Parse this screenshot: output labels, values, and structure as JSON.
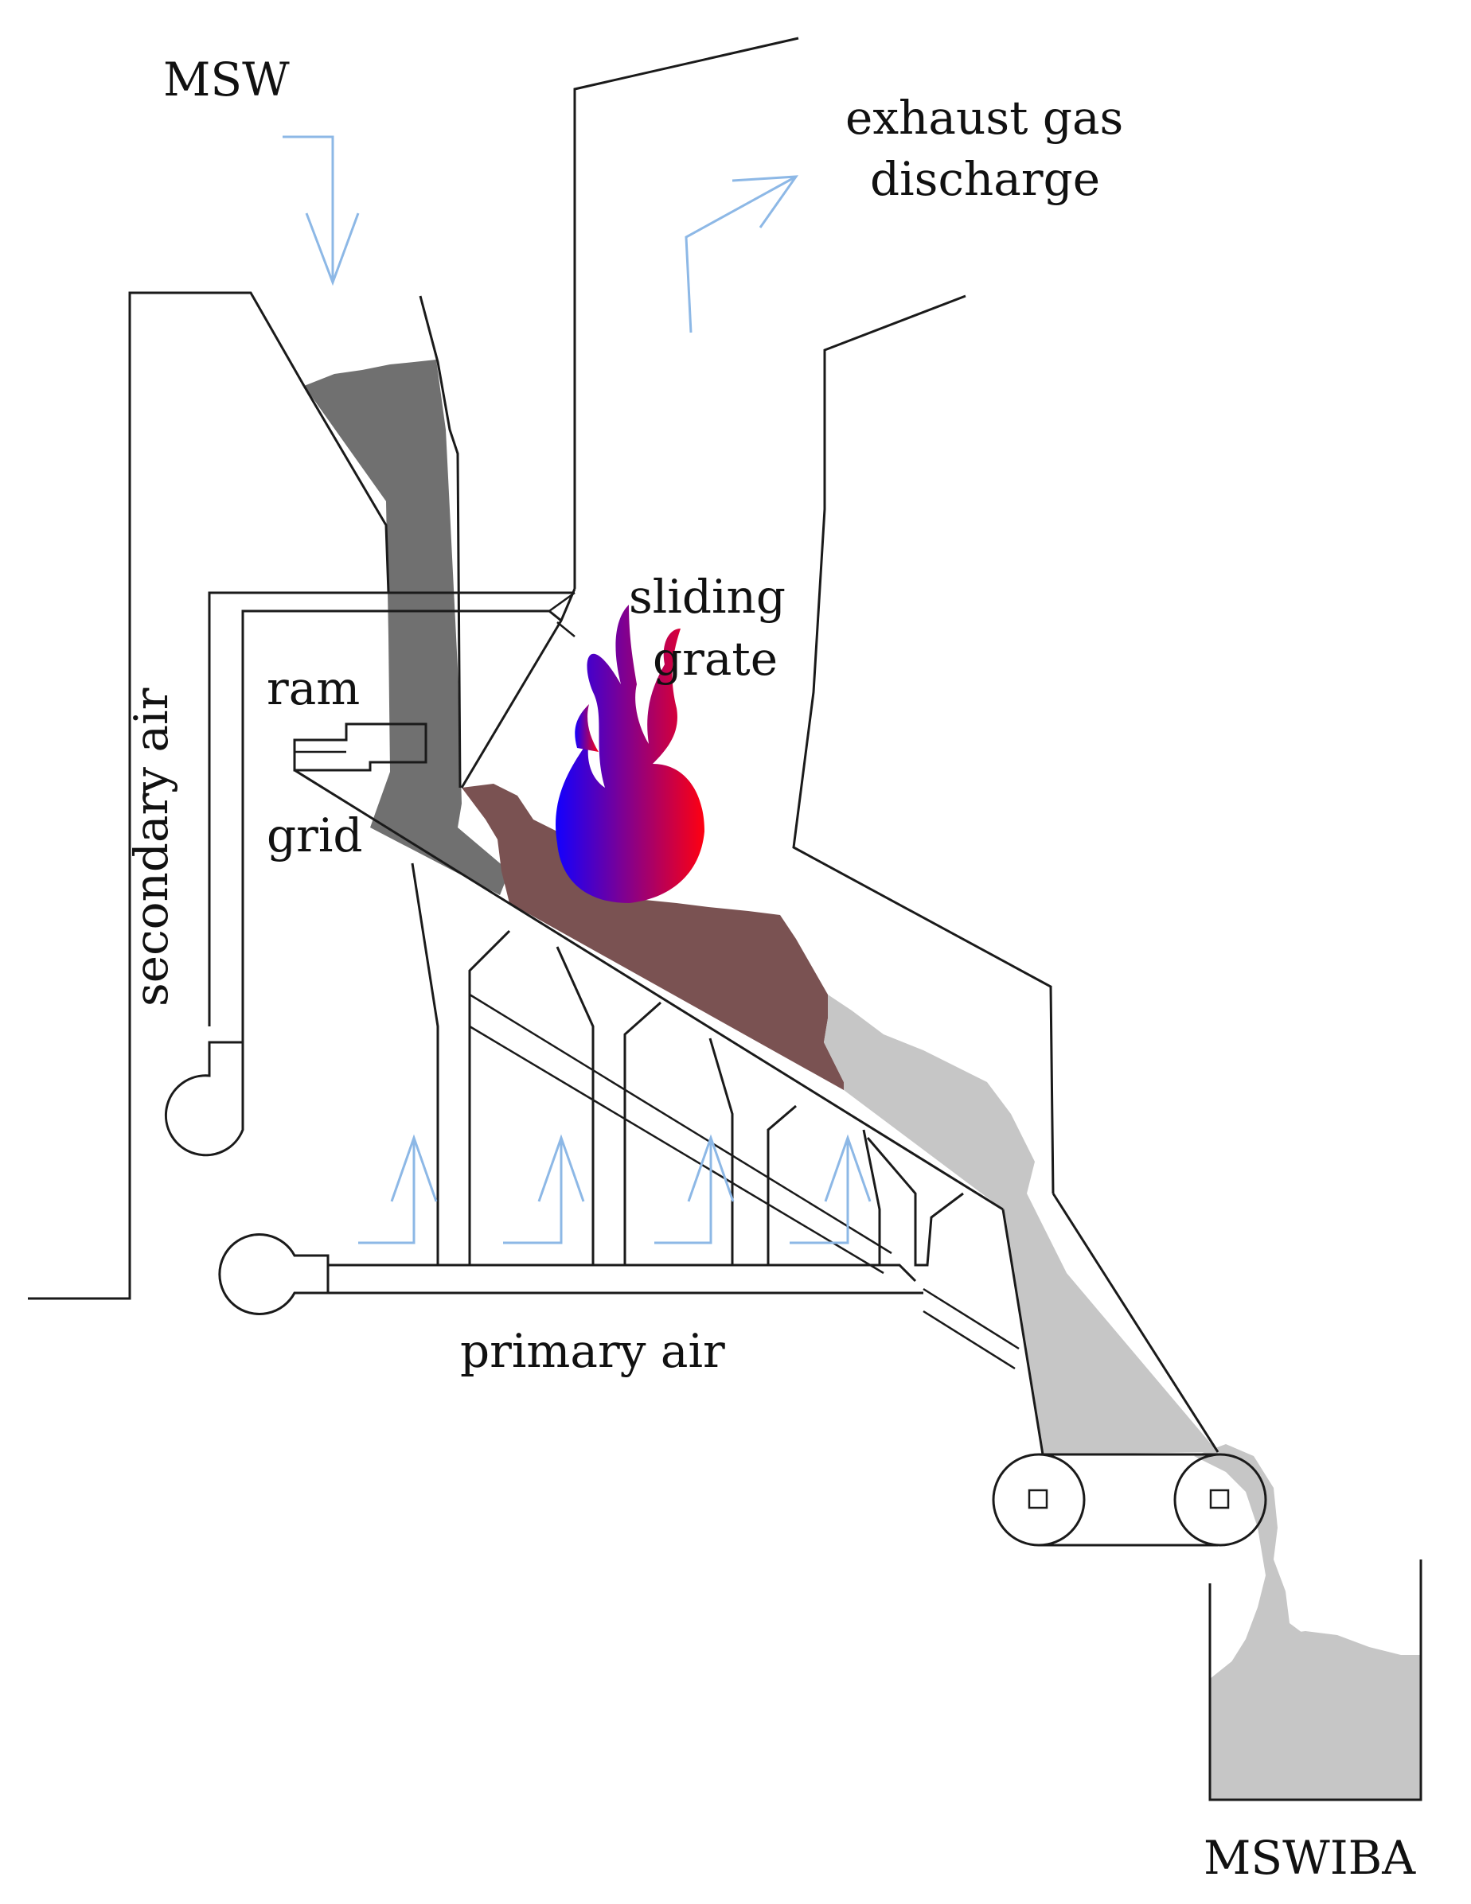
{
  "labels": {
    "msw": "MSW",
    "exhaust_line1": "exhaust gas",
    "exhaust_line2": "discharge",
    "sliding_line1": "sliding",
    "sliding_line2": "grate",
    "ram": "ram",
    "grid": "grid",
    "secondary_air": "secondary air",
    "primary_air": "primary air",
    "mswiba": "MSWIBA"
  },
  "colors": {
    "waste_fill": "#707070",
    "burning_bed": "#7a5252",
    "ash_fill": "#c6c6c6",
    "air_arrows": "#8db8e6",
    "flame_start": "#1200ff",
    "flame_end": "#ff0010",
    "outline": "#1a1a1a"
  }
}
